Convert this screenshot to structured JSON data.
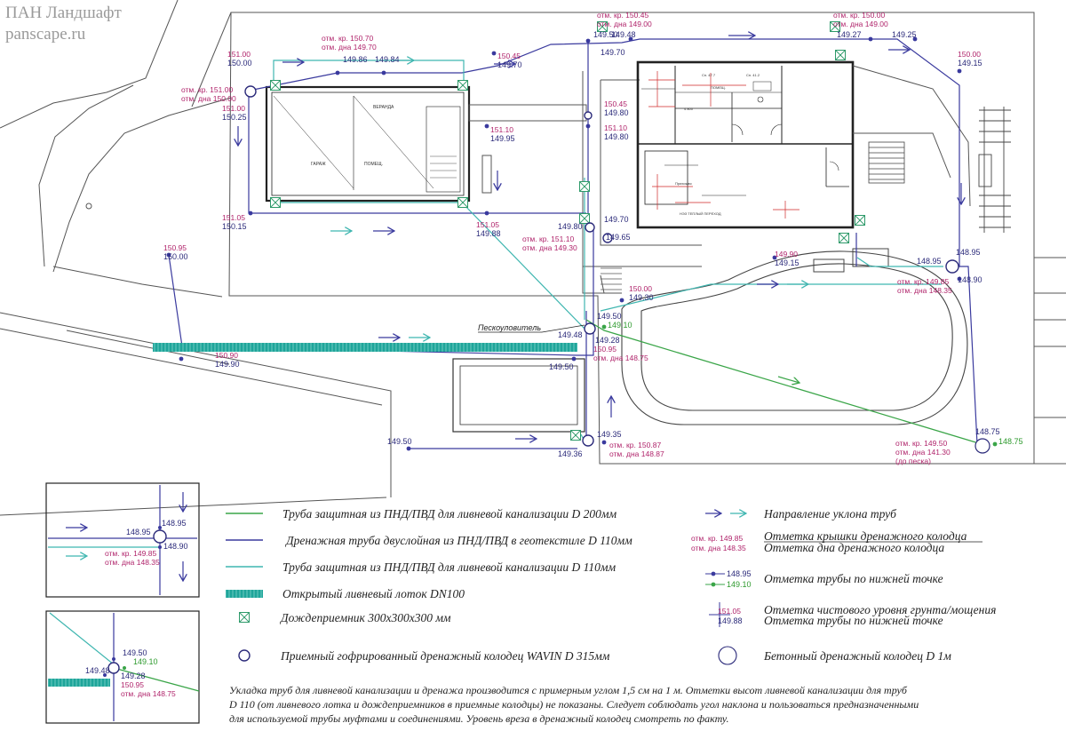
{
  "watermark": {
    "line1": "ПАН Ландшафт",
    "line2": "panscape.ru"
  },
  "colors": {
    "green_pipe": "#3aa548",
    "blue_pipe": "#3a3a9e",
    "cyan_pipe": "#3fb6b0",
    "tray": "#1fa59a",
    "elevation_blue": "#2b2a7a",
    "elevation_magenta": "#b0246b",
    "elevation_green": "#2e9a2e"
  },
  "labels": {
    "sand_trap": "Пескоуловитель",
    "to_sand": "(до песка)"
  },
  "elevations": [
    {
      "id": "e1",
      "lines": [
        {
          "t": "отм. кр. 150.45",
          "c": "m"
        },
        {
          "t": "отм. дна 149.00",
          "c": "m"
        }
      ]
    },
    {
      "id": "e2",
      "lines": [
        {
          "t": "отм. кр. 150.00",
          "c": "m"
        },
        {
          "t": "отм. дна 149.00",
          "c": "m"
        }
      ]
    },
    {
      "id": "e3",
      "lines": [
        {
          "t": "отм. кр. 150.70",
          "c": "m"
        },
        {
          "t": "отм. дна 149.70",
          "c": "m"
        }
      ]
    },
    {
      "id": "e4",
      "lines": [
        {
          "t": "149.50",
          "c": "b"
        }
      ]
    },
    {
      "id": "e5",
      "lines": [
        {
          "t": "149.48",
          "c": "b"
        }
      ]
    },
    {
      "id": "e6",
      "lines": [
        {
          "t": "149.27",
          "c": "b"
        }
      ]
    },
    {
      "id": "e7",
      "lines": [
        {
          "t": "149.25",
          "c": "b"
        }
      ]
    },
    {
      "id": "e8",
      "lines": [
        {
          "t": "149.86",
          "c": "b"
        }
      ]
    },
    {
      "id": "e9",
      "lines": [
        {
          "t": "149.84",
          "c": "b"
        }
      ]
    },
    {
      "id": "e10",
      "lines": [
        {
          "t": "150.45",
          "c": "m"
        },
        {
          "t": "149.70",
          "c": "b"
        }
      ]
    },
    {
      "id": "e11",
      "lines": [
        {
          "t": "149.70",
          "c": "b"
        }
      ]
    },
    {
      "id": "e12",
      "lines": [
        {
          "t": "150.00",
          "c": "m"
        },
        {
          "t": "149.15",
          "c": "b"
        }
      ]
    },
    {
      "id": "e13",
      "lines": [
        {
          "t": "151.00",
          "c": "m"
        },
        {
          "t": "150.00",
          "c": "b"
        }
      ]
    },
    {
      "id": "e14",
      "lines": [
        {
          "t": "отм. кр. 151.00",
          "c": "m"
        },
        {
          "t": "отм. дна 150.00",
          "c": "m"
        }
      ]
    },
    {
      "id": "e15",
      "lines": [
        {
          "t": "151.00",
          "c": "m"
        },
        {
          "t": "150.25",
          "c": "b"
        }
      ]
    },
    {
      "id": "e16",
      "lines": [
        {
          "t": "150.45",
          "c": "m"
        },
        {
          "t": "149.80",
          "c": "b"
        }
      ]
    },
    {
      "id": "e17",
      "lines": [
        {
          "t": "151.10",
          "c": "m"
        },
        {
          "t": "149.95",
          "c": "b"
        }
      ]
    },
    {
      "id": "e18",
      "lines": [
        {
          "t": "151.10",
          "c": "m"
        },
        {
          "t": "149.80",
          "c": "b"
        }
      ]
    },
    {
      "id": "e19",
      "lines": [
        {
          "t": "151.05",
          "c": "m"
        },
        {
          "t": "150.15",
          "c": "b"
        }
      ]
    },
    {
      "id": "e20",
      "lines": [
        {
          "t": "151.05",
          "c": "m"
        },
        {
          "t": "149.88",
          "c": "b"
        }
      ]
    },
    {
      "id": "e21",
      "lines": [
        {
          "t": "149.80",
          "c": "b"
        }
      ]
    },
    {
      "id": "e22",
      "lines": [
        {
          "t": "149.70",
          "c": "b"
        }
      ]
    },
    {
      "id": "e23",
      "lines": [
        {
          "t": "149.65",
          "c": "b"
        }
      ]
    },
    {
      "id": "e24",
      "lines": [
        {
          "t": "отм. кр. 151.10",
          "c": "m"
        },
        {
          "t": "отм. дна 149.30",
          "c": "m"
        }
      ]
    },
    {
      "id": "e25",
      "lines": [
        {
          "t": "150.95",
          "c": "m"
        },
        {
          "t": "150.00",
          "c": "b"
        }
      ]
    },
    {
      "id": "e26",
      "lines": [
        {
          "t": "149.90",
          "c": "m"
        },
        {
          "t": "149.15",
          "c": "b"
        }
      ]
    },
    {
      "id": "e27",
      "lines": [
        {
          "t": "148.95",
          "c": "b"
        }
      ]
    },
    {
      "id": "e28",
      "lines": [
        {
          "t": "148.95",
          "c": "b"
        }
      ]
    },
    {
      "id": "e29",
      "lines": [
        {
          "t": "148.90",
          "c": "b"
        }
      ]
    },
    {
      "id": "e30",
      "lines": [
        {
          "t": "отм. кр. 149.85",
          "c": "m"
        },
        {
          "t": "отм. дна 148.35",
          "c": "m"
        }
      ]
    },
    {
      "id": "e31",
      "lines": [
        {
          "t": "150.00",
          "c": "m"
        },
        {
          "t": "149.30",
          "c": "b"
        }
      ]
    },
    {
      "id": "e32",
      "lines": [
        {
          "t": "149.50",
          "c": "b"
        }
      ]
    },
    {
      "id": "e33",
      "lines": [
        {
          "t": "149.10",
          "c": "g"
        }
      ]
    },
    {
      "id": "e34",
      "lines": [
        {
          "t": "149.48",
          "c": "b"
        }
      ]
    },
    {
      "id": "e35",
      "lines": [
        {
          "t": "149.28",
          "c": "b"
        }
      ]
    },
    {
      "id": "e36",
      "lines": [
        {
          "t": "150.95",
          "c": "m"
        },
        {
          "t": "отм. дна 148.75",
          "c": "m"
        }
      ]
    },
    {
      "id": "e37",
      "lines": [
        {
          "t": "150.90",
          "c": "m"
        },
        {
          "t": "149.90",
          "c": "b"
        }
      ]
    },
    {
      "id": "e38",
      "lines": [
        {
          "t": "149.50",
          "c": "b"
        }
      ]
    },
    {
      "id": "e39",
      "lines": [
        {
          "t": "149.50",
          "c": "b"
        }
      ]
    },
    {
      "id": "e40",
      "lines": [
        {
          "t": "149.36",
          "c": "b"
        }
      ]
    },
    {
      "id": "e41",
      "lines": [
        {
          "t": "149.35",
          "c": "b"
        }
      ]
    },
    {
      "id": "e42",
      "lines": [
        {
          "t": "отм. кр. 150.87",
          "c": "m"
        },
        {
          "t": "отм. дна 148.87",
          "c": "m"
        }
      ]
    },
    {
      "id": "e43",
      "lines": [
        {
          "t": "148.75",
          "c": "b"
        }
      ]
    },
    {
      "id": "e44",
      "lines": [
        {
          "t": "148.75",
          "c": "g"
        }
      ]
    },
    {
      "id": "e45",
      "lines": [
        {
          "t": "отм. кр. 149.50",
          "c": "m"
        },
        {
          "t": "отм. дна 141.30",
          "c": "m"
        },
        {
          "t": "(до песка)",
          "c": "m"
        }
      ]
    }
  ],
  "inset1": {
    "top": "148.95",
    "left": "148.95",
    "right": "148.90",
    "lid": "отм. кр. 149.85",
    "bottom": "отм. дна 148.35"
  },
  "inset2": {
    "a": "149.50",
    "b": "149.10",
    "c": "149.48",
    "d": "149.28",
    "e": "150.95",
    "f": "отм. дна 148.75"
  },
  "legend": {
    "l1": "Труба защитная из ПНД/ПВД для ливневой канализации D 200мм",
    "l2": "Дренажная труба двуслойная из ПНД/ПВД в геотекстиле D 110мм",
    "l3": "Труба защитная из ПНД/ПВД для ливневой канализации D 110мм",
    "l4": "Открытый ливневый лоток DN100",
    "l5": "Дождеприемник 300х300х300 мм",
    "l6": "Приемный гофрированный дренажный колодец WAVIN D 315мм",
    "r1": "Направление уклона труб",
    "r2a": "Отметка крышки дренажного колодца",
    "r2b": "Отметка дна дренажного колодца",
    "r2_s1": "отм. кр. 149.85",
    "r2_s2": "отм. дна 148.35",
    "r3": "Отметка трубы по нижней точке",
    "r3_s1": "148.95",
    "r3_s2": "149.10",
    "r4a": "Отметка чистового уровня грунта/мощения",
    "r4b": "Отметка трубы по нижней точке",
    "r4_s1": "151.05",
    "r4_s2": "149.88",
    "r5": "Бетонный дренажный колодец D 1м"
  },
  "note": {
    "line1": "Укладка труб для ливневой канализации и дренажа  производится с примерным углом 1,5 см на 1 м. Отметки высот ливневой канализации для труб",
    "line2": "D 110 (от ливневого лотка и дождеприемников в приемные колодцы) не показаны. Следует соблюдать угол наклона и пользоваться предназначенными",
    "line3": "для используемой трубы муфтами и соединениями. Уровень вреза в дренажный колодец смотреть по факту."
  }
}
